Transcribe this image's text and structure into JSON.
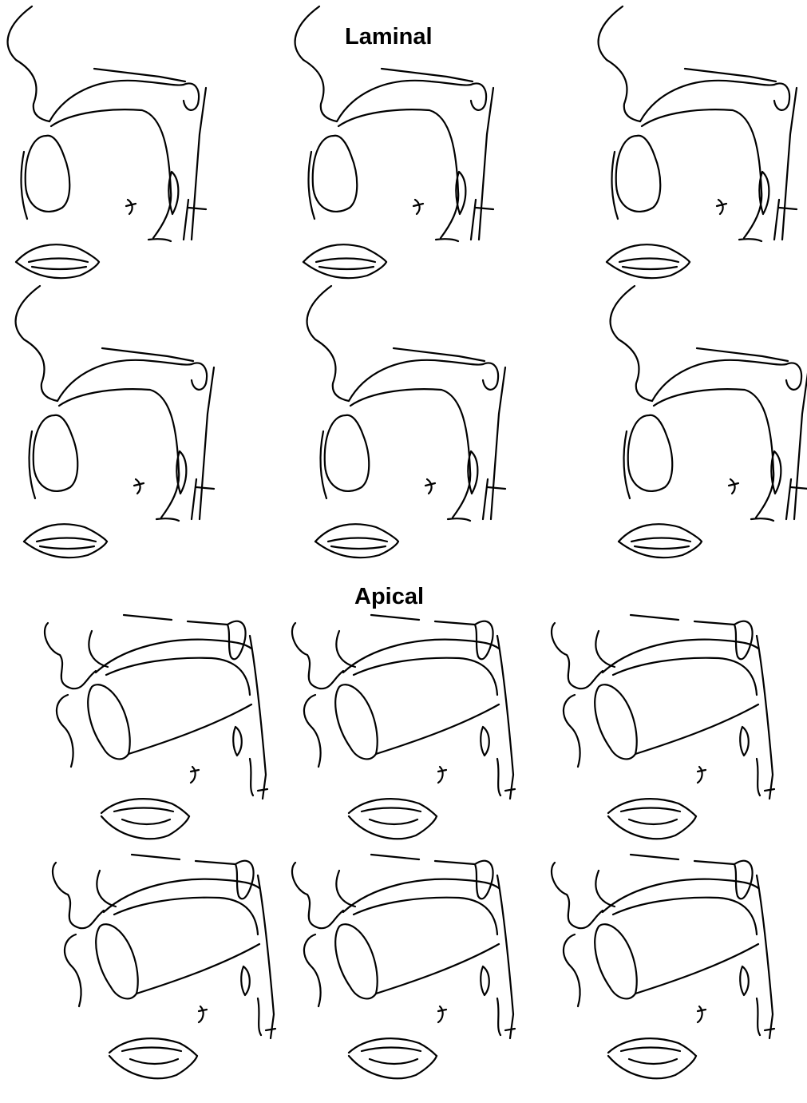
{
  "titles": {
    "laminal": "Laminal",
    "apical": "Apical"
  },
  "panels": [
    {
      "group": "laminal",
      "index": 1
    },
    {
      "group": "laminal",
      "index": 2
    },
    {
      "group": "laminal",
      "index": 3
    },
    {
      "group": "laminal",
      "index": 4
    },
    {
      "group": "laminal",
      "index": 5
    },
    {
      "group": "laminal",
      "index": 6
    },
    {
      "group": "apical",
      "index": 1
    },
    {
      "group": "apical",
      "index": 2
    },
    {
      "group": "apical",
      "index": 3
    },
    {
      "group": "apical",
      "index": 4
    },
    {
      "group": "apical",
      "index": 5
    },
    {
      "group": "apical",
      "index": 6
    }
  ]
}
